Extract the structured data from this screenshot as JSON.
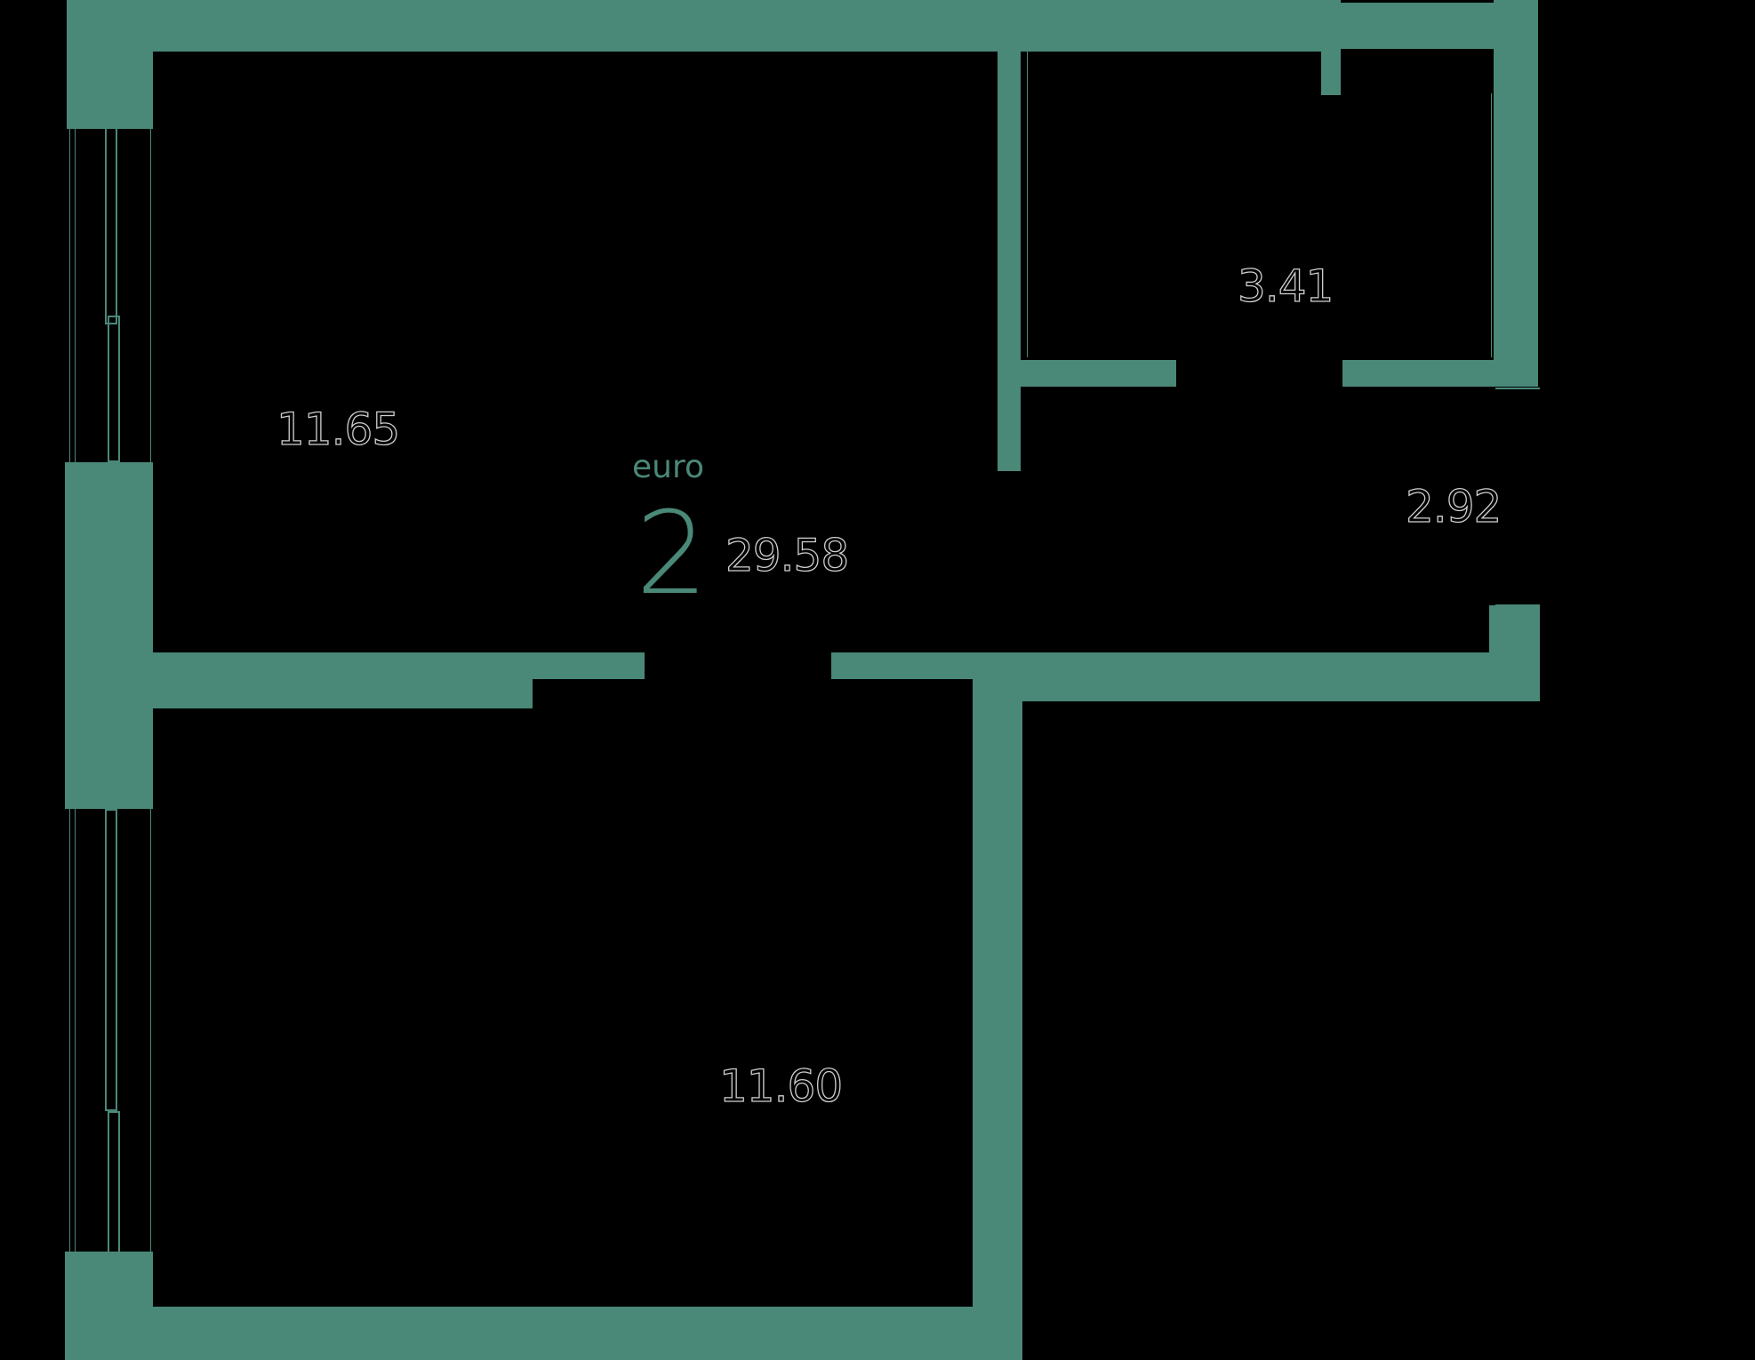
{
  "colors": {
    "wall": "#4a8878",
    "background": "#000000",
    "label_outline": "#cfcfcf"
  },
  "apartment": {
    "type_label": "euro",
    "room_count": "2",
    "total_area": "29.58"
  },
  "rooms": [
    {
      "id": "living-room",
      "area": "11.65"
    },
    {
      "id": "bedroom",
      "area": "11.60"
    },
    {
      "id": "bathroom",
      "area": "3.41"
    },
    {
      "id": "hallway",
      "area": "2.92"
    }
  ]
}
